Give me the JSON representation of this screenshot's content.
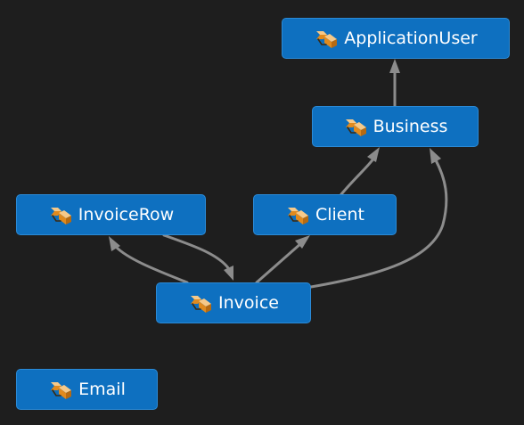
{
  "diagram": {
    "nodes": {
      "applicationuser": {
        "label": "ApplicationUser",
        "icon": "class-icon"
      },
      "business": {
        "label": "Business",
        "icon": "class-icon"
      },
      "invoicerow": {
        "label": "InvoiceRow",
        "icon": "class-icon"
      },
      "client": {
        "label": "Client",
        "icon": "class-icon"
      },
      "invoice": {
        "label": "Invoice",
        "icon": "class-icon"
      },
      "email": {
        "label": "Email",
        "icon": "class-icon"
      }
    },
    "edges": [
      {
        "from": "Business",
        "to": "ApplicationUser"
      },
      {
        "from": "Client",
        "to": "Business"
      },
      {
        "from": "Invoice",
        "to": "Business"
      },
      {
        "from": "Invoice",
        "to": "Client"
      },
      {
        "from": "Invoice",
        "to": "InvoiceRow"
      },
      {
        "from": "InvoiceRow",
        "to": "Invoice"
      }
    ],
    "colors": {
      "background": "#1e1e1e",
      "node_fill": "#0e70c0",
      "node_border": "#2b8ad6",
      "node_text": "#ffffff",
      "edge": "#8c8c8c",
      "icon_orange": "#e08a1e",
      "icon_light": "#f6c989"
    }
  }
}
